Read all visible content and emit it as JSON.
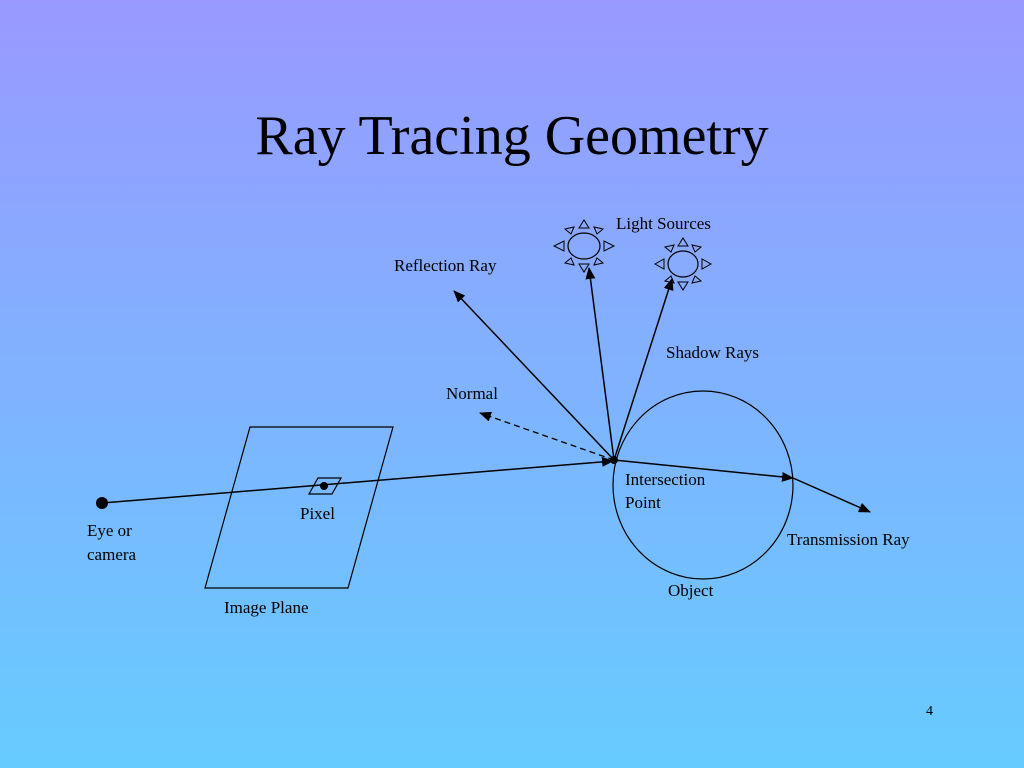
{
  "slide": {
    "title": "Ray Tracing Geometry",
    "number": "4"
  },
  "diagram": {
    "labels": {
      "light_sources": "Light Sources",
      "reflection_ray": "Reflection Ray",
      "shadow_rays": "Shadow Rays",
      "normal": "Normal",
      "intersection_point_line1": "Intersection",
      "intersection_point_line2": "Point",
      "transmission_ray": "Transmission Ray",
      "object": "Object",
      "pixel": "Pixel",
      "eye_line1": "Eye or",
      "eye_line2": "camera",
      "image_plane": "Image Plane"
    },
    "colors": {
      "background_top": "#9999ff",
      "background_bottom": "#66ccff",
      "line": "#000000"
    },
    "icons": [
      "sun-icon",
      "sun-icon"
    ]
  }
}
